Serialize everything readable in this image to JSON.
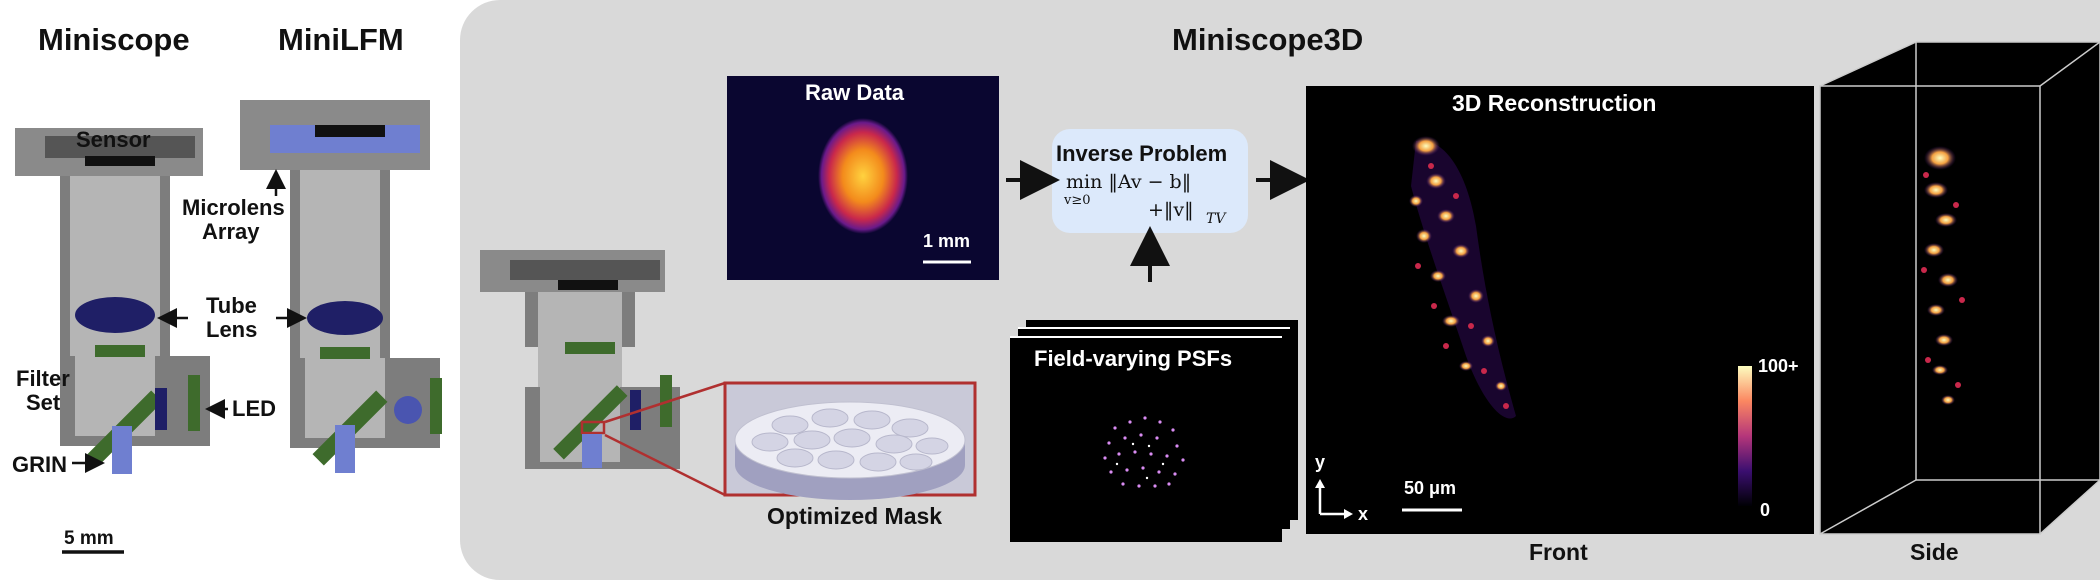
{
  "left": {
    "miniscope_title": "Miniscope",
    "minilfm_title": "MiniLFM",
    "sensor_label": "Sensor",
    "microlens_label_line1": "Microlens",
    "microlens_label_line2": "Array",
    "tube_lens_line1": "Tube",
    "tube_lens_line2": "Lens",
    "filter_line1": "Filter",
    "filter_line2": "Set",
    "led_label": "LED",
    "grin_label": "GRIN",
    "scale_label": "5 mm"
  },
  "main": {
    "title": "Miniscope3D",
    "raw_data_title": "Raw Data",
    "raw_scale": "1 mm",
    "inverse_title": "Inverse Problem",
    "formula_line1": "min ‖Av − b‖",
    "formula_sub": "v≥0",
    "formula_line2": "+‖v‖",
    "formula_tv": "TV",
    "psf_title": "Field-varying PSFs",
    "mask_label": "Optimized Mask",
    "recon_title": "3D Reconstruction",
    "recon_scale": "50 μm",
    "axis_y": "y",
    "axis_x": "x",
    "colorbar_max": "100+",
    "colorbar_min": "0",
    "front_label": "Front",
    "side_label": "Side"
  },
  "colors": {
    "lens_navy": "#1f1f66",
    "filter_green": "#3e6b2c",
    "grin_blue": "#6f7fd0",
    "mask_red": "#b03030",
    "inverse_bg": "#dce9fb"
  }
}
